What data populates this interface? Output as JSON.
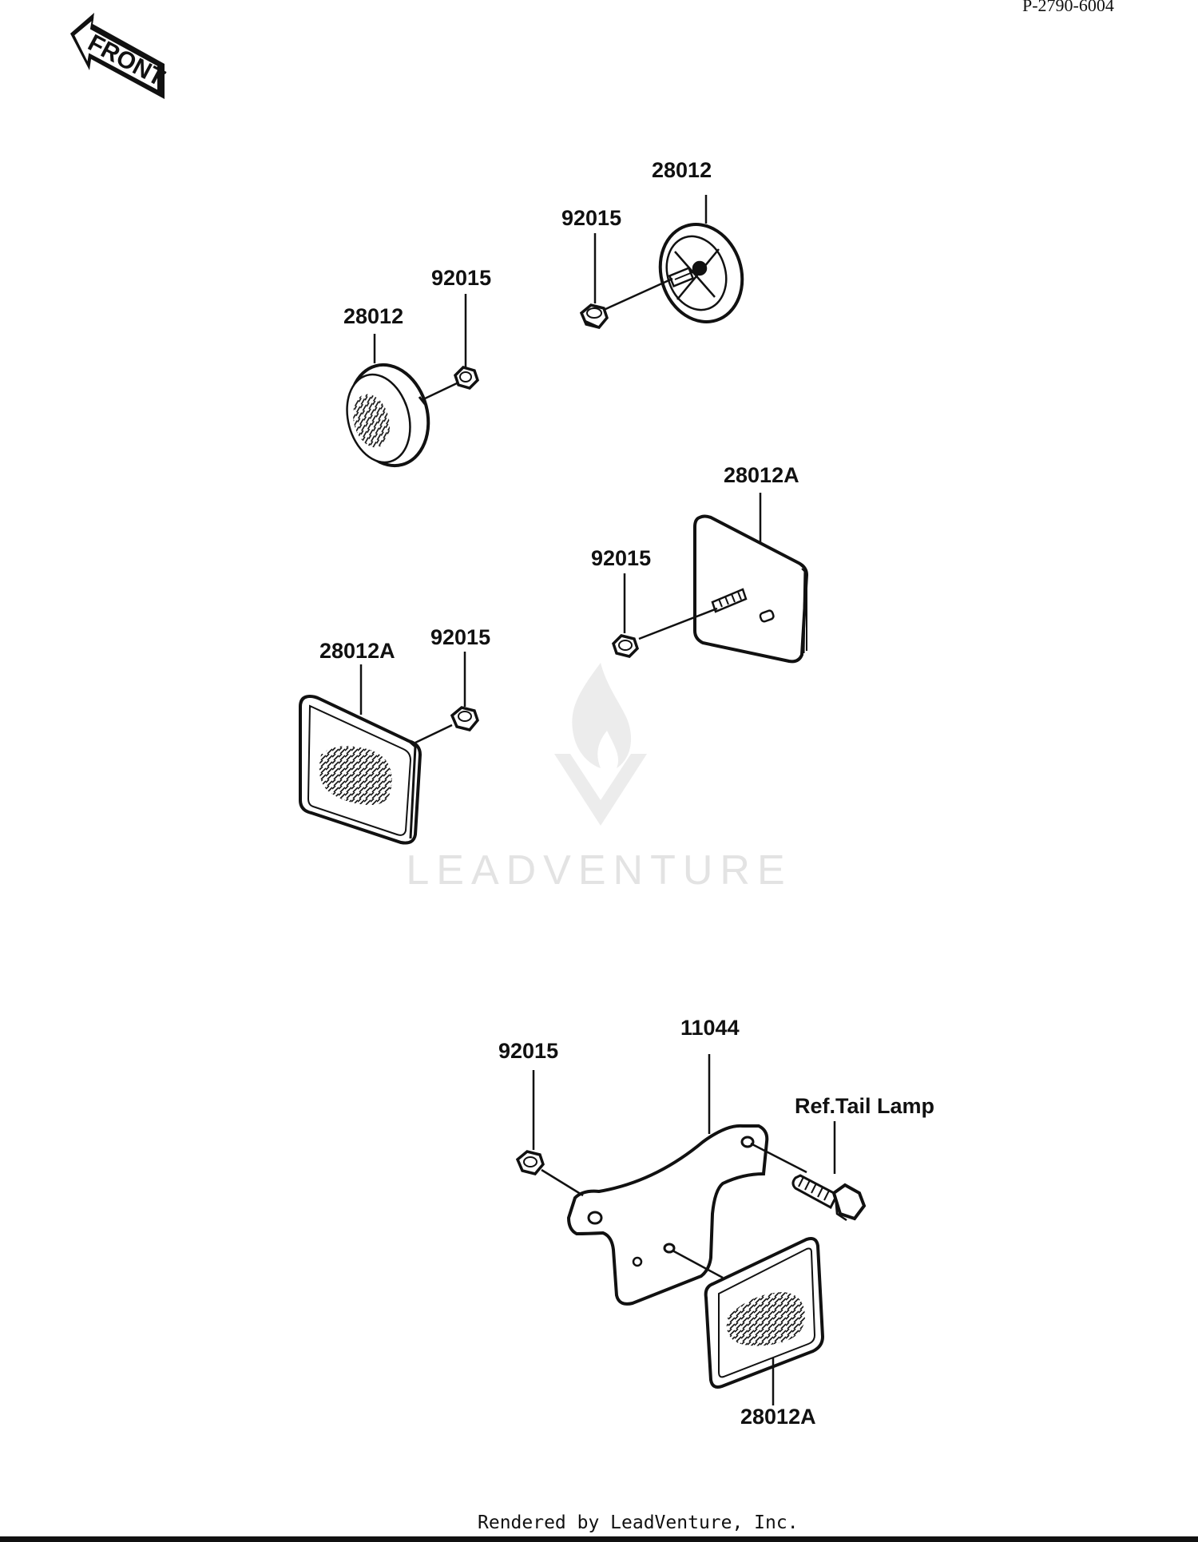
{
  "drawing_number": "P-2790-6004",
  "front_arrow_label": "FRONT",
  "labels": {
    "top_right_reflector": "28012",
    "top_right_nut": "92015",
    "top_left_nut": "92015",
    "top_left_reflector": "28012",
    "mid_right_reflector": "28012A",
    "mid_right_nut": "92015",
    "mid_left_reflector": "28012A",
    "mid_left_nut": "92015",
    "bracket": "11044",
    "bracket_nut": "92015",
    "ref_tail_lamp": "Ref.Tail Lamp",
    "bottom_reflector": "28012A"
  },
  "watermark": "LEADVENTURE",
  "footer": "Rendered by LeadVenture, Inc."
}
